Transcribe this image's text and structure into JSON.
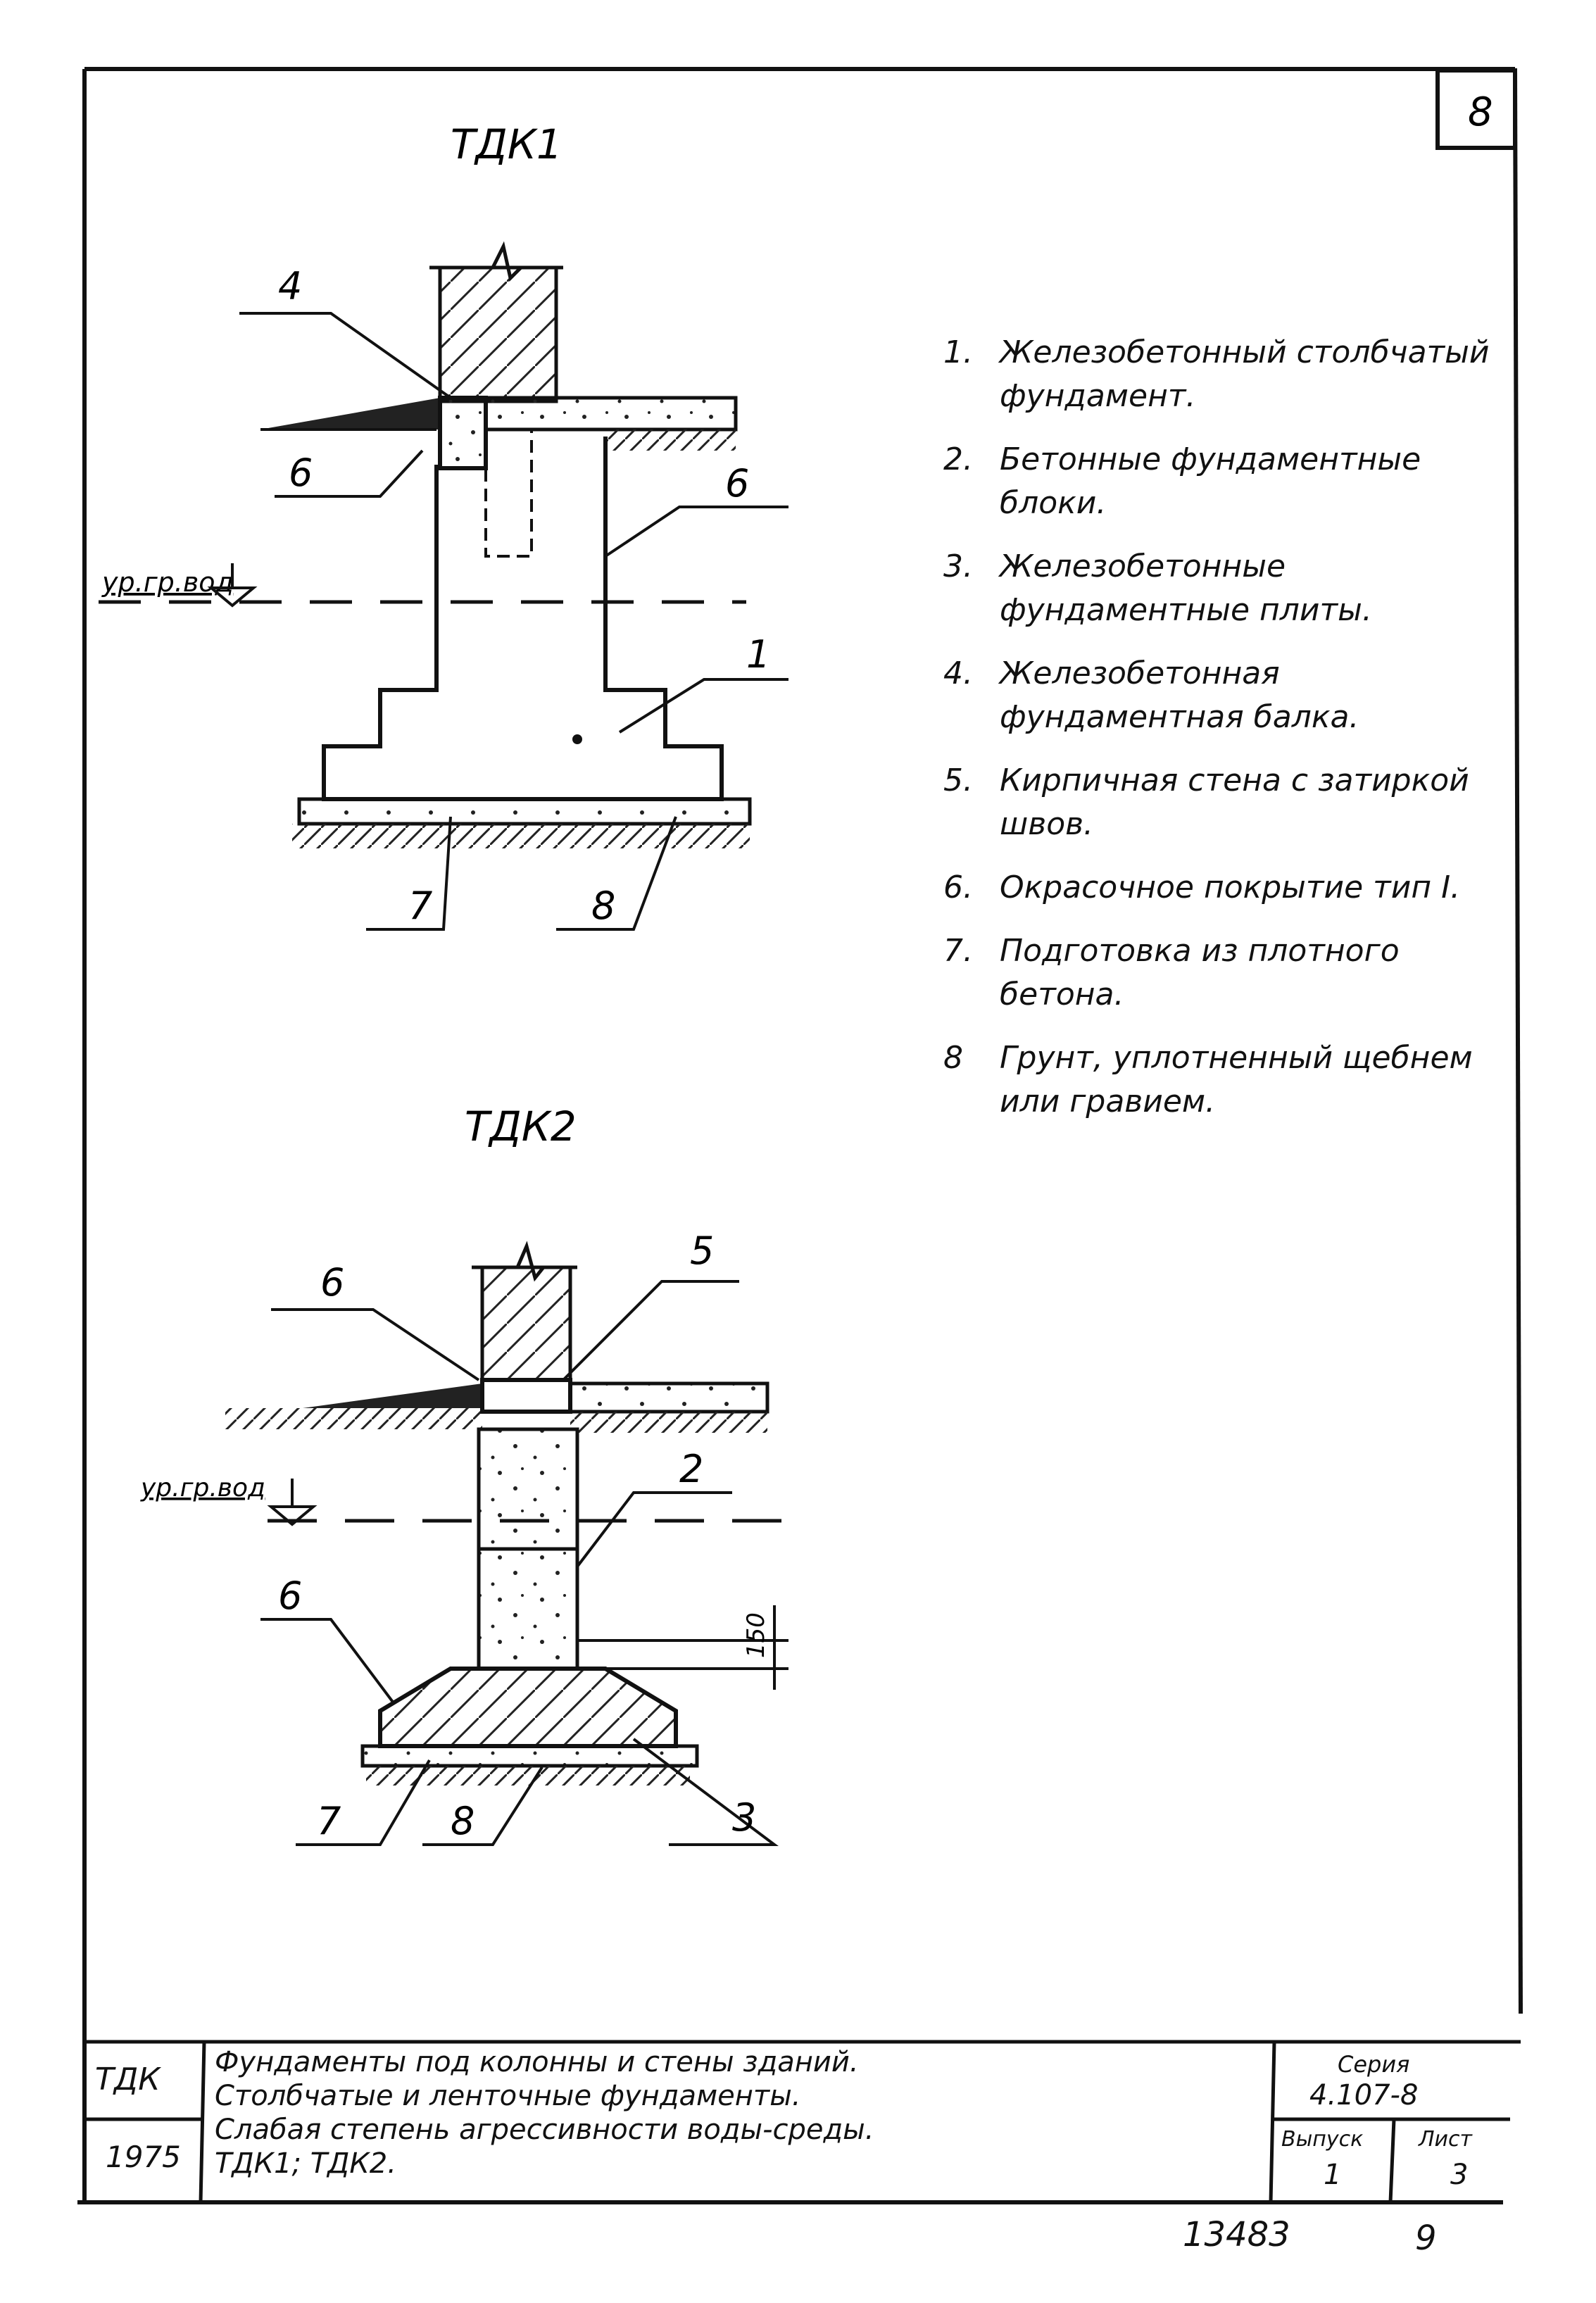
{
  "sheet_number": "8",
  "tdk1": {
    "title": "ТДК1",
    "water_level_label": "ур.гр.вод",
    "callouts": [
      "4",
      "6",
      "6",
      "1",
      "7",
      "8"
    ]
  },
  "tdk2": {
    "title": "ТДК2",
    "water_level_label": "ур.гр.вод",
    "callouts": [
      "6",
      "5",
      "2",
      "6",
      "7",
      "8",
      "3"
    ],
    "dimension": "150"
  },
  "legend": [
    {
      "num": "1.",
      "text": "Железобетонный столбчатый фундамент."
    },
    {
      "num": "2.",
      "text": "Бетонные фундаментные блоки."
    },
    {
      "num": "3.",
      "text": "Железобетонные фундаментные плиты."
    },
    {
      "num": "4.",
      "text": "Железобетонная фундаментная балка."
    },
    {
      "num": "5.",
      "text": "Кирпичная стена с затиркой швов."
    },
    {
      "num": "6.",
      "text": "Окрасочное покрытие тип I."
    },
    {
      "num": "7.",
      "text": "Подготовка из плотного бетона."
    },
    {
      "num": "8",
      "text": "Грунт, уплотненный щебнем или гравием."
    }
  ],
  "title_block": {
    "code": "ТДК",
    "year": "1975",
    "description_lines": [
      "Фундаменты под колонны и стены зданий.",
      "Столбчатые и ленточные фундаменты.",
      "Слабая степень агрессивности воды-среды.",
      "ТДК1; ТДК2."
    ],
    "series_label": "Серия",
    "series_value": "4.107-8",
    "issue_label": "Выпуск",
    "issue_value": "1",
    "sheet_label": "Лист",
    "sheet_value": "3"
  },
  "footer": {
    "inventory_number": "13483",
    "page_mark": "9"
  }
}
